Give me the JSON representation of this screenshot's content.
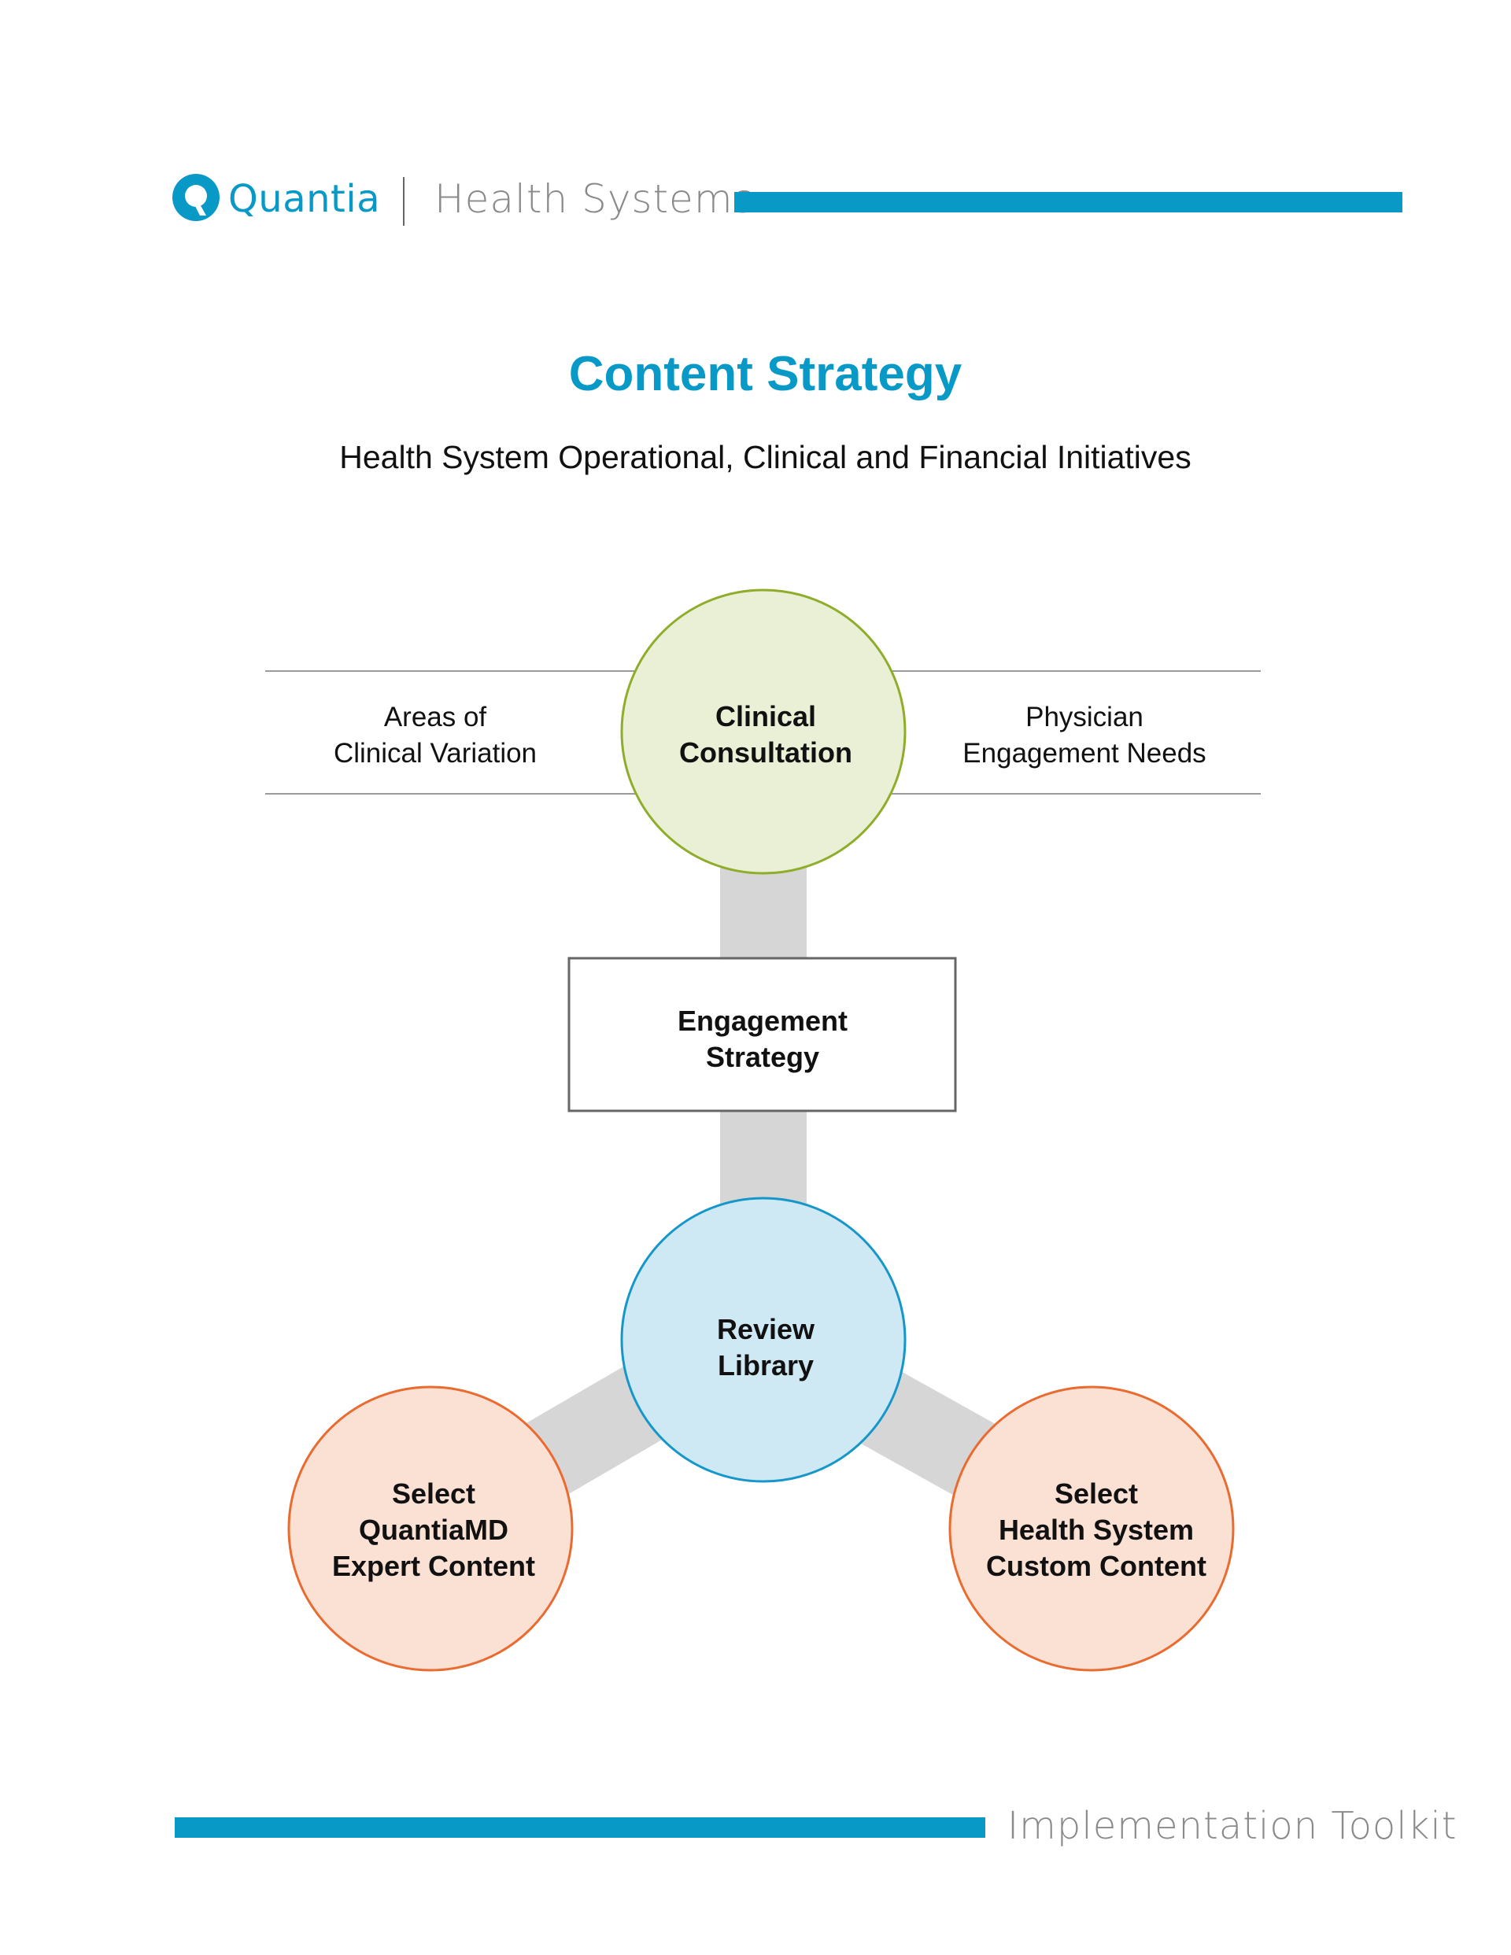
{
  "header": {
    "brand": "Quantia",
    "product": "Health Systems",
    "logo_icon": "quantia-q-logo"
  },
  "title": "Content Strategy",
  "subtitle": "Health System Operational, Clinical and Financial Initiatives",
  "diagram": {
    "left_label": [
      "Areas of",
      "Clinical Variation"
    ],
    "right_label": [
      "Physician",
      "Engagement Needs"
    ],
    "top_node": [
      "Clinical",
      "Consultation"
    ],
    "middle_box": [
      "Engagement",
      "Strategy"
    ],
    "center_node": [
      "Review",
      "Library"
    ],
    "bottom_left_node": [
      "Select",
      "QuantiaMD",
      "Expert Content"
    ],
    "bottom_right_node": [
      "Select",
      "Health System",
      "Custom Content"
    ]
  },
  "footer": {
    "label": "Implementation Toolkit"
  },
  "colors": {
    "brand_blue": "#0899c7",
    "green_fill": "#eaf0d6",
    "green_stroke": "#8fad2b",
    "blue_fill": "#cfe9f4",
    "blue_stroke": "#1797c9",
    "orange_fill": "#fbe1d4",
    "orange_stroke": "#ea6b30",
    "connector_gray": "#d6d6d6"
  }
}
